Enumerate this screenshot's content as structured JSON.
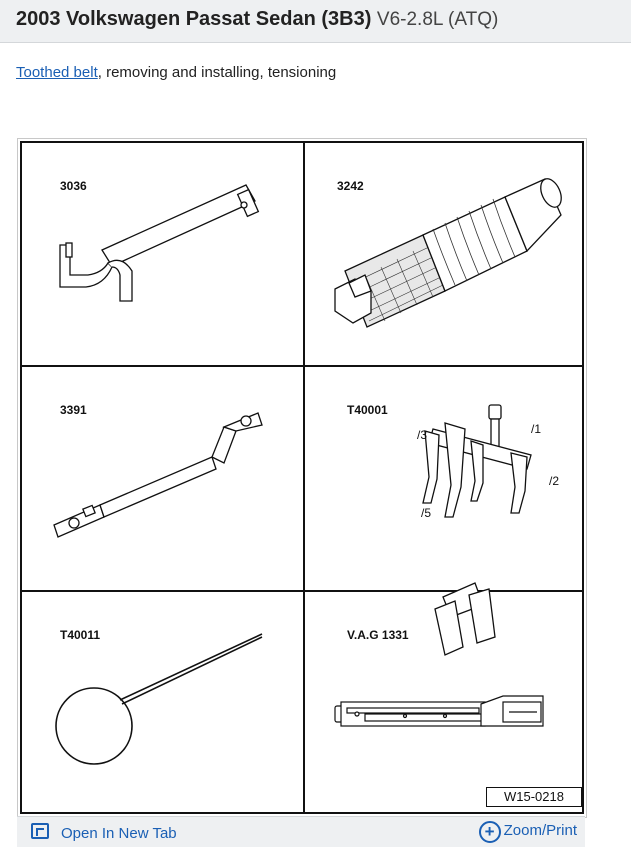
{
  "header": {
    "title": "2003 Volkswagen Passat Sedan (3B3)",
    "engine": "V6-2.8L (ATQ)"
  },
  "breadcrumb": {
    "link": "Toothed belt",
    "rest": ", removing and installing, tensioning"
  },
  "figure": {
    "tools": [
      {
        "label": "3036",
        "icon": "spanner-wrench-icon"
      },
      {
        "label": "3242",
        "icon": "threaded-pin-tool-icon"
      },
      {
        "label": "3391",
        "icon": "offset-pin-wrench-icon"
      },
      {
        "label": "T40001",
        "icon": "puller-assembly-icon"
      },
      {
        "label": "T40011",
        "icon": "wire-loop-tool-icon"
      },
      {
        "label": "V.A.G 1331",
        "icon": "torque-wrench-icon"
      }
    ],
    "callouts": [
      "/1",
      "/2",
      "/3",
      "/5"
    ],
    "code": "W15-0218"
  },
  "footer": {
    "open_label": "Open In New Tab",
    "zoom_label": "Zoom/Print"
  }
}
